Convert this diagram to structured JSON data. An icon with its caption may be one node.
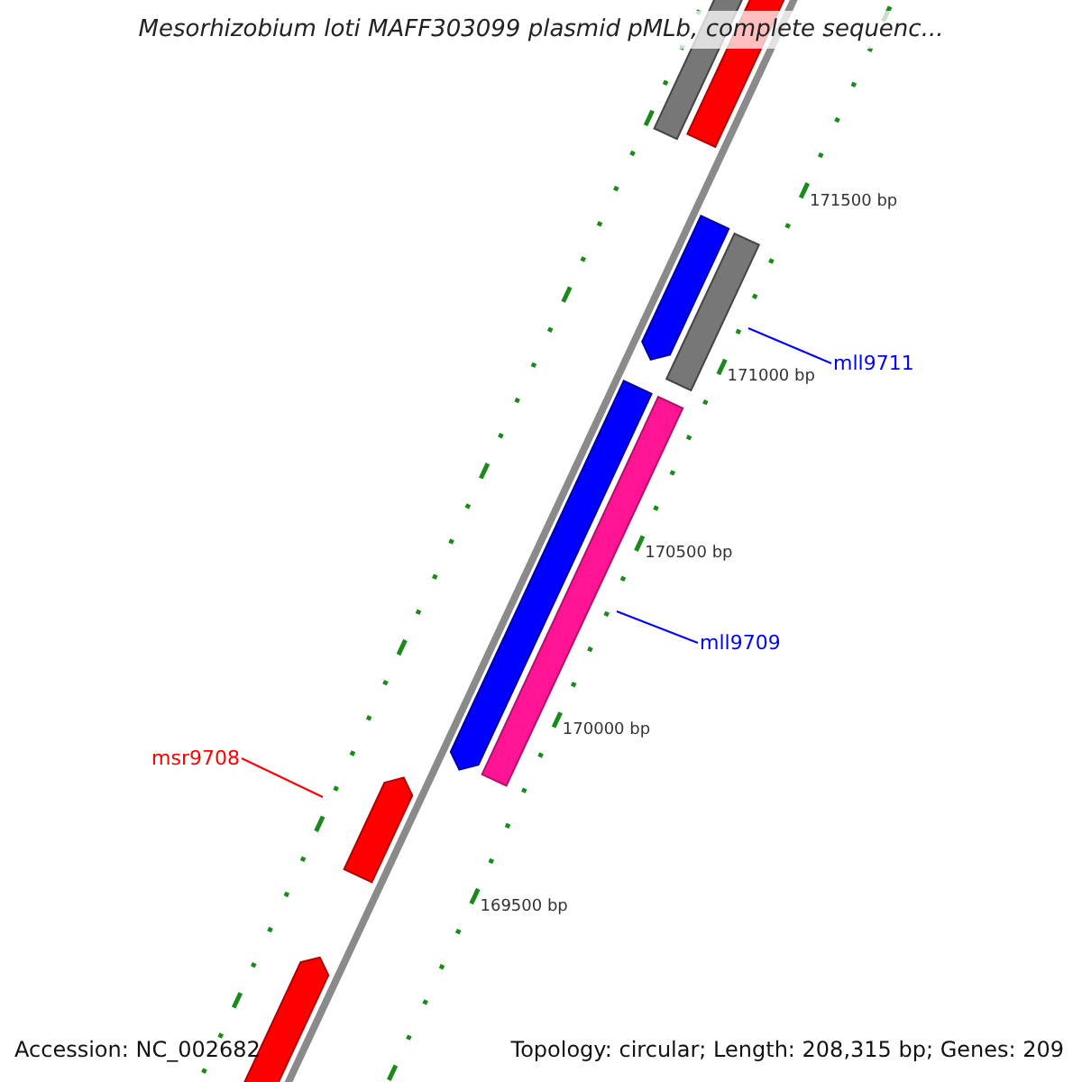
{
  "diagram": {
    "title": "Mesorhizobium loti MAFF303099 plasmid pMLb, complete sequenc...",
    "nodes": [
      {
        "text": [
          "mll9711"
        ]
      },
      {
        "text": [
          "mll9709"
        ]
      },
      {
        "text": [
          "msr9708"
        ]
      }
    ],
    "edges": [
      {
        "from": 0,
        "to": null,
        "arrow": "none"
      },
      {
        "from": 1,
        "to": null,
        "arrow": "none"
      },
      {
        "from": 2,
        "to": null,
        "arrow": "none",
        "color": "#ff0000"
      }
    ],
    "labels": [
      "171500 bp",
      "171000 bp",
      "170500 bp",
      "170000 bp",
      "169500 bp",
      "Accession: NC_002682",
      "Topology: circular; Length: 208,315 bp; Genes: 209"
    ]
  }
}
